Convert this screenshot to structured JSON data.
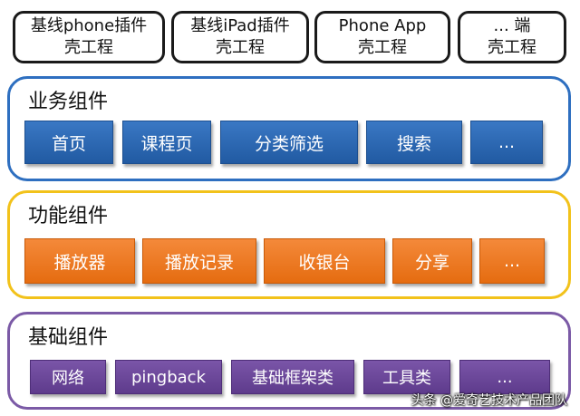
{
  "shells": [
    {
      "line1": "基线phone插件",
      "line2": "壳工程"
    },
    {
      "line1": "基线iPad插件",
      "line2": "壳工程"
    },
    {
      "line1": "Phone App",
      "line2": "壳工程"
    },
    {
      "line1": "... 端",
      "line2": "壳工程"
    }
  ],
  "business": {
    "title": "业务组件",
    "color": "#2e6fc0",
    "items": [
      "首页",
      "课程页",
      "分类筛选",
      "搜索",
      "..."
    ]
  },
  "function": {
    "title": "功能组件",
    "color": "#f2c21b",
    "items": [
      "播放器",
      "播放记录",
      "收银台",
      "分享",
      "..."
    ]
  },
  "base": {
    "title": "基础组件",
    "color": "#7b5aa6",
    "items": [
      "网络",
      "pingback",
      "基础框架类",
      "工具类",
      "..."
    ]
  },
  "watermark": "头条 @爱奇艺技术产品团队"
}
